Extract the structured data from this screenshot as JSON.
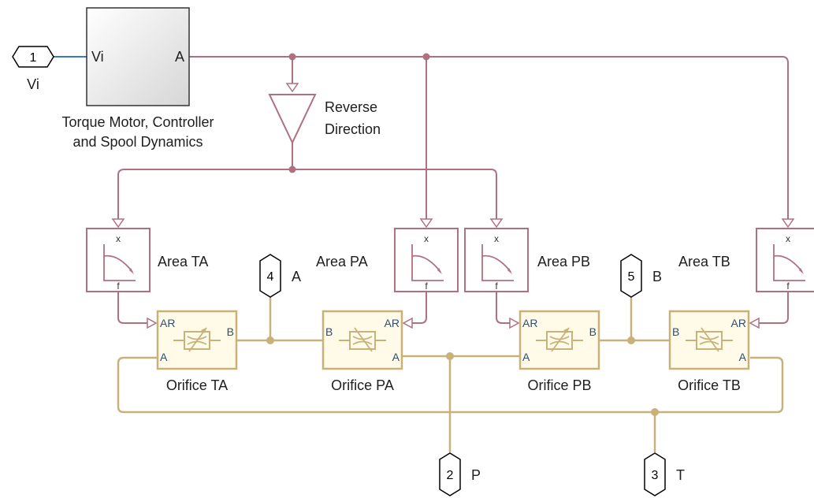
{
  "inports": [
    {
      "num": "1",
      "name": "Vi"
    }
  ],
  "subsystem": {
    "in_port": "Vi",
    "out_port": "A",
    "caption_line1": "Torque Motor, Controller",
    "caption_line2": "and Spool Dynamics"
  },
  "gain": {
    "label_line1": "Reverse",
    "label_line2": "Direction"
  },
  "lookup_tables": [
    {
      "name": "Area TA",
      "axis_in": "x",
      "axis_out": "f"
    },
    {
      "name": "Area PA",
      "axis_in": "x",
      "axis_out": "f"
    },
    {
      "name": "Area PB",
      "axis_in": "x",
      "axis_out": "f"
    },
    {
      "name": "Area TB",
      "axis_in": "x",
      "axis_out": "f"
    }
  ],
  "orifices": [
    {
      "name": "Orifice TA",
      "port_ar": "AR",
      "port_a": "A",
      "port_b": "B"
    },
    {
      "name": "Orifice PA",
      "port_ar": "AR",
      "port_a": "A",
      "port_b": "B"
    },
    {
      "name": "Orifice PB",
      "port_ar": "AR",
      "port_a": "A",
      "port_b": "B"
    },
    {
      "name": "Orifice TB",
      "port_ar": "AR",
      "port_a": "A",
      "port_b": "B"
    }
  ],
  "connection_ports": [
    {
      "num": "4",
      "name": "A"
    },
    {
      "num": "5",
      "name": "B"
    },
    {
      "num": "2",
      "name": "P"
    },
    {
      "num": "3",
      "name": "T"
    }
  ],
  "colors": {
    "signal_line": "#b07080",
    "hydraulic_line": "#c8b27a",
    "input_line": "#3a78c9"
  }
}
